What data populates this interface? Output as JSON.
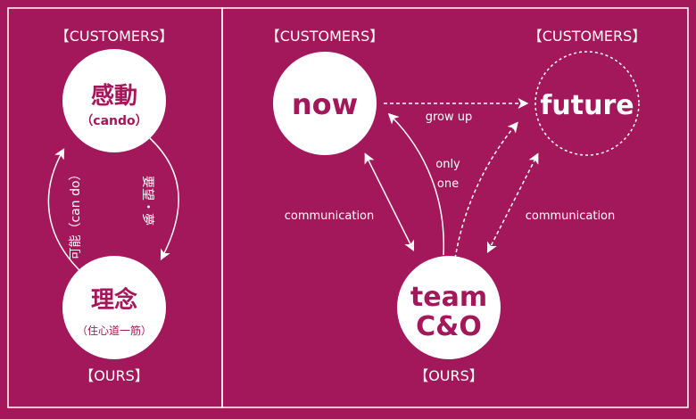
{
  "colors": {
    "background": "#a3185a",
    "foreground": "#ffffff"
  },
  "left_panel": {
    "top_label": "【CUSTOMERS】",
    "top_circle": {
      "title": "感動",
      "subtitle": "（cando）"
    },
    "bottom_circle": {
      "title": "理念",
      "subtitle": "（住心道一筋）"
    },
    "bottom_label": "【OURS】",
    "right_arc_label": "要望・夢",
    "left_arc_label": "可能（can do）"
  },
  "right_panel": {
    "top_left_label": "【CUSTOMERS】",
    "top_right_label": "【CUSTOMERS】",
    "now_label": "now",
    "future_label": "future",
    "team_line1": "team",
    "team_line2": "C&O",
    "bottom_label": "【OURS】",
    "grow_up_label": "grow up",
    "only_line1": "only",
    "only_line2": "one",
    "left_comm_label": "communication",
    "right_comm_label": "communication"
  }
}
